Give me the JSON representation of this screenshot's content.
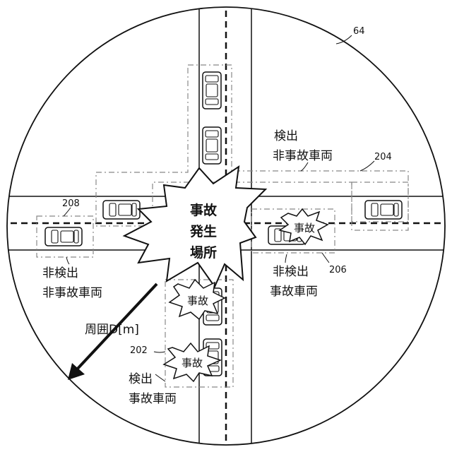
{
  "figure_number": "64",
  "accident_site": {
    "line1": "事故",
    "line2": "発生",
    "line3": "場所"
  },
  "crash_badge_text": "事故",
  "radius_label": "周囲D[m]",
  "refs": {
    "r202": "202",
    "r204": "204",
    "r206": "206",
    "r208": "208"
  },
  "labels": {
    "detected_nonaccident": {
      "line1": "検出",
      "line2": "非事故車両"
    },
    "undetected_accident": {
      "line1": "非検出",
      "line2": "事故車両"
    },
    "undetected_nonaccident": {
      "line1": "非検出",
      "line2": "非事故車両"
    },
    "detected_accident": {
      "line1": "検出",
      "line2": "事故車両"
    }
  },
  "colors": {
    "line": "#111111",
    "dashed_box": "#888888",
    "background": "#ffffff"
  }
}
